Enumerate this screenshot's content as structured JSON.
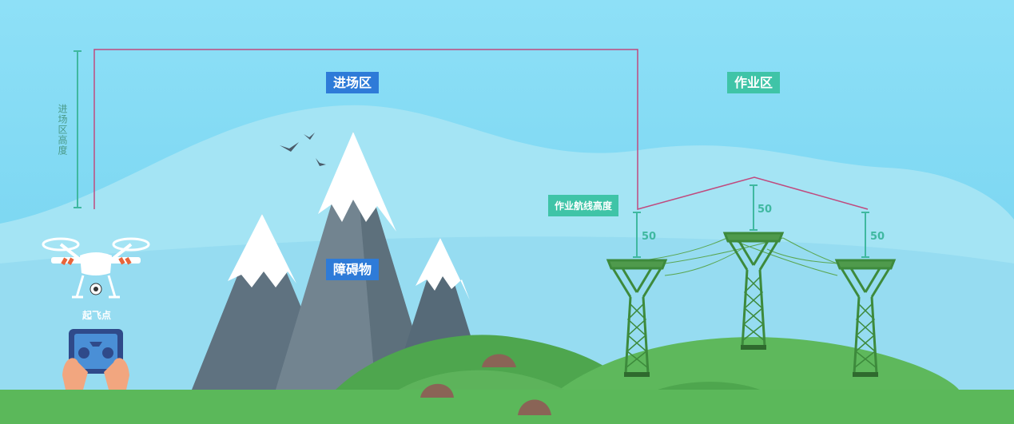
{
  "labels": {
    "entry_zone": "进场区",
    "work_zone": "作业区",
    "obstacle": "障碍物",
    "entry_height": "进场区高度",
    "work_altitude": "作业航线高度",
    "takeoff_point": "起飞点"
  },
  "dimensions": {
    "left_tower": "50",
    "middle_tower": "50",
    "right_tower": "50"
  },
  "colors": {
    "sky_top": "#87dcf5",
    "hill_haze": "#a6e3f4",
    "tag_blue": "#2e7bd8",
    "tag_teal": "#3fc4a7",
    "route_line": "#c04a7e",
    "dimension_line": "#3fb8a0",
    "ground": "#5bb85a",
    "tower": "#3d8a3c"
  }
}
